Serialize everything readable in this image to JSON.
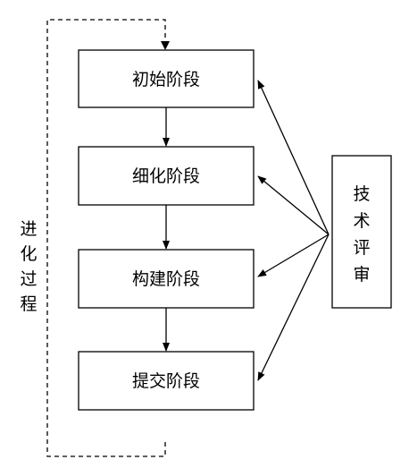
{
  "stages": [
    {
      "label": "初始阶段"
    },
    {
      "label": "细化阶段"
    },
    {
      "label": "构建阶段"
    },
    {
      "label": "提交阶段"
    }
  ],
  "review": {
    "chars": [
      "技",
      "术",
      "评",
      "审"
    ]
  },
  "evolution": {
    "chars": [
      "进",
      "化",
      "过",
      "程"
    ]
  },
  "colors": {
    "stroke": "#000000",
    "background": "#ffffff"
  }
}
